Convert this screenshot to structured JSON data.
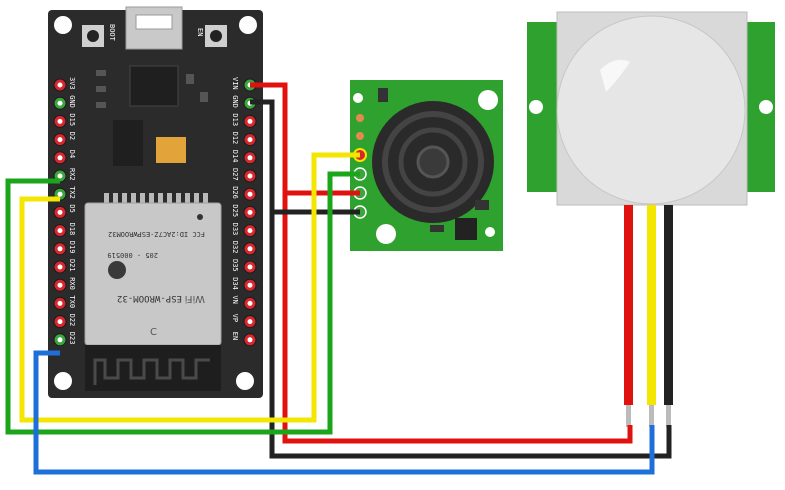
{
  "esp32": {
    "left_pins": [
      "3V3",
      "GND",
      "D15",
      "D2",
      "D4",
      "RX2",
      "TX2",
      "D5",
      "D18",
      "D19",
      "D21",
      "RX0",
      "TX0",
      "D22",
      "D23"
    ],
    "right_pins": [
      "VIN",
      "GND",
      "D13",
      "D12",
      "D14",
      "D27",
      "D26",
      "D25",
      "D33",
      "D32",
      "D35",
      "D34",
      "VN",
      "VP",
      "EN"
    ],
    "boot_label": "BOOT",
    "en_label": "EN",
    "module": {
      "fcc_text": "FCC ID:2AC7Z-ESPWROOM32",
      "model_text": "ESP-WROOM-32",
      "r_text": "205 - 000519",
      "wifi_text": "WiFi"
    }
  },
  "wires": {
    "red": "#e0120f",
    "black": "#222222",
    "yellow": "#f3e600",
    "green": "#1aa51a",
    "blue": "#1e6fd9"
  },
  "colors": {
    "pcb_black": "#2b2b2b",
    "pcb_green": "#2ea12e",
    "pin_red": "#d9272e",
    "pin_green": "#3da53d",
    "dome": "#e3e3e3"
  }
}
